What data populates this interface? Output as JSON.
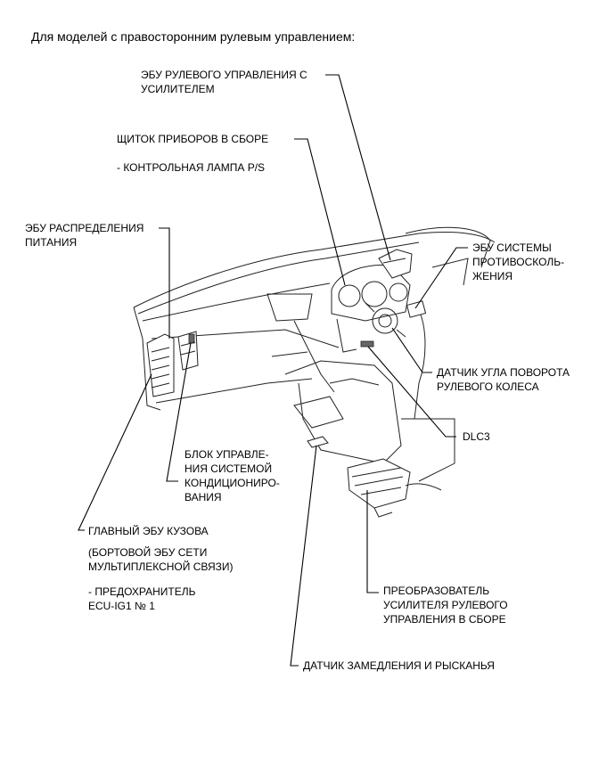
{
  "heading": "Для моделей с правосторонним рулевым управлением:",
  "labels": {
    "ps_ecu": [
      "ЭБУ РУЛЕВОГО УПРАВЛЕНИЯ С",
      "УСИЛИТЕЛЕМ"
    ],
    "combination_meter": "ЩИТОК ПРИБОРОВ В СБОРЕ",
    "ps_lamp": "- КОНТРОЛЬНАЯ ЛАМПА P/S",
    "power_distribution_ecu": [
      "ЭБУ РАСПРЕДЕЛЕНИЯ",
      "ПИТАНИЯ"
    ],
    "skid_control_ecu": [
      "ЭБУ СИСТЕМЫ",
      "ПРОТИВОСКОЛЬ-",
      "ЖЕНИЯ"
    ],
    "steering_angle_sensor": [
      "ДАТЧИК УГЛА ПОВОРОТА",
      "РУЛЕВОГО КОЛЕСА"
    ],
    "dlc3": "DLC3",
    "ac_control": [
      "БЛОК УПРАВЛЕ-",
      "НИЯ СИСТЕМОЙ",
      "КОНДИЦИОНИРО-",
      "ВАНИЯ"
    ],
    "main_body_ecu": "ГЛАВНЫЙ ЭБУ КУЗОВА",
    "multiplex_ecu": [
      "(БОРТОВОЙ ЭБУ СЕТИ",
      "МУЛЬТИПЛЕКСНОЙ СВЯЗИ)"
    ],
    "fuse": [
      "- ПРЕДОХРАНИТЕЛЬ",
      "ECU-IG1 № 1"
    ],
    "ps_converter": [
      "ПРЕОБРАЗОВАТЕЛЬ",
      "УСИЛИТЕЛЯ РУЛЕВОГО",
      "УПРАВЛЕНИЯ В СБОРЕ"
    ],
    "yaw_sensor": "ДАТЧИК ЗАМЕДЛЕНИЯ И РЫСКАНЬЯ"
  }
}
